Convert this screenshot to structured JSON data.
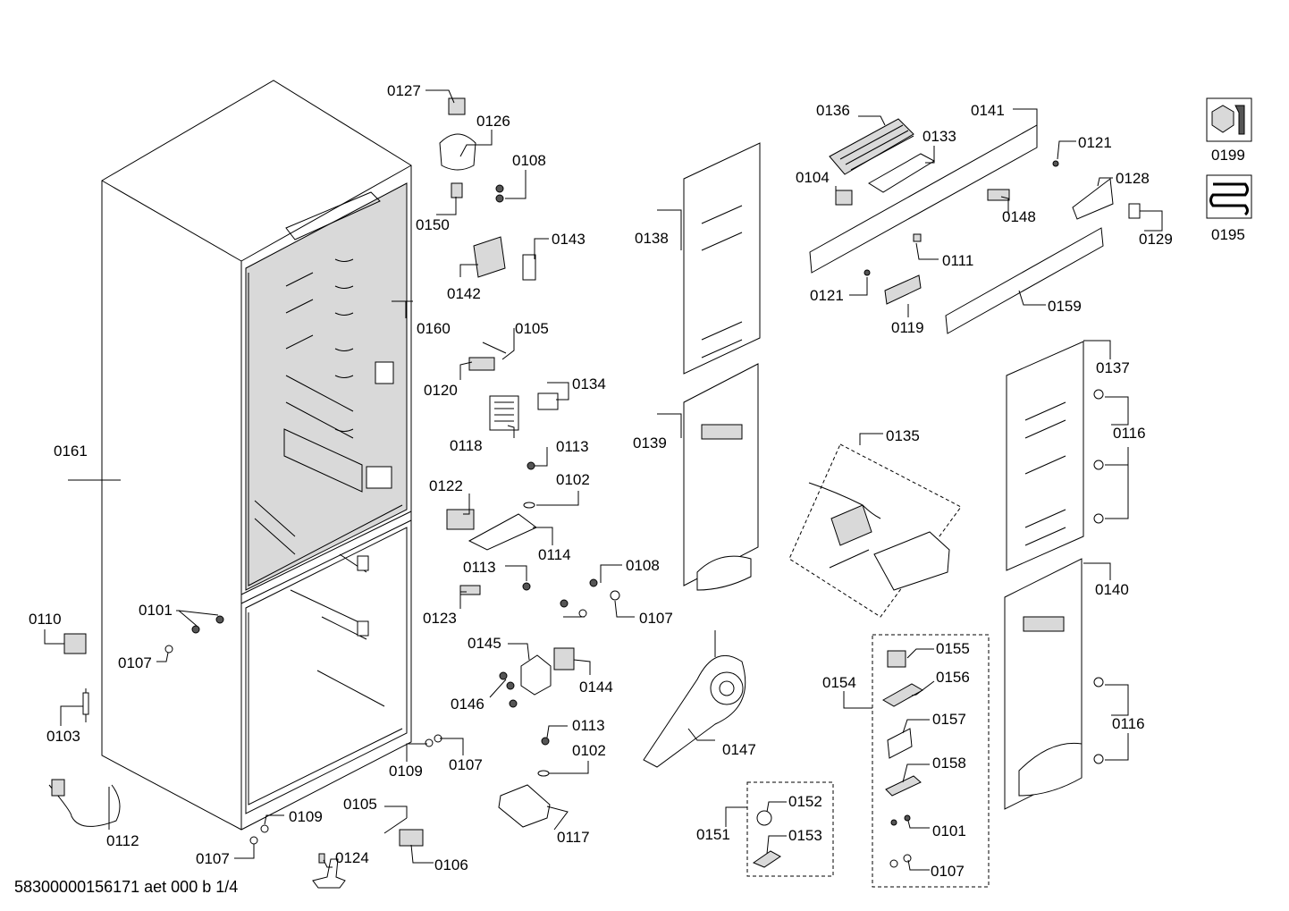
{
  "labels": {
    "0101": "0101",
    "0102": "0102",
    "0103": "0103",
    "0104": "0104",
    "0105": "0105",
    "0106": "0106",
    "0107": "0107",
    "0108": "0108",
    "0109": "0109",
    "0110": "0110",
    "0111": "0111",
    "0112": "0112",
    "0113": "0113",
    "0114": "0114",
    "0116": "0116",
    "0117": "0117",
    "0118": "0118",
    "0119": "0119",
    "0120": "0120",
    "0121": "0121",
    "0122": "0122",
    "0123": "0123",
    "0124": "0124",
    "0126": "0126",
    "0127": "0127",
    "0128": "0128",
    "0129": "0129",
    "0133": "0133",
    "0134": "0134",
    "0135": "0135",
    "0136": "0136",
    "0137": "0137",
    "0138": "0138",
    "0139": "0139",
    "0140": "0140",
    "0141": "0141",
    "0142": "0142",
    "0143": "0143",
    "0144": "0144",
    "0145": "0145",
    "0146": "0146",
    "0147": "0147",
    "0148": "0148",
    "0150": "0150",
    "0151": "0151",
    "0152": "0152",
    "0153": "0153",
    "0154": "0154",
    "0155": "0155",
    "0156": "0156",
    "0157": "0157",
    "0158": "0158",
    "0159": "0159",
    "0160": "0160",
    "0161": "0161",
    "0195": "0195",
    "0199": "0199"
  },
  "icons": {
    "0199": "wrench-nut-icon",
    "0195": "heater-coil-icon"
  },
  "footer": {
    "doc_ref": "58300000156171 aet 000 b 1/4"
  }
}
